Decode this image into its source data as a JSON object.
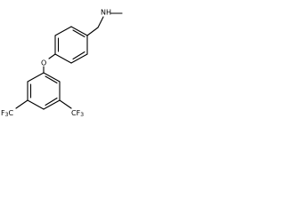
{
  "molecule": {
    "labels": {
      "amine": "NH",
      "ether": "O",
      "cf3_left": "F",
      "cf3_left_sub": "3",
      "cf3_left_prefix": "C",
      "cf3_right": "F",
      "cf3_right_sub": "3",
      "cf3_right_prefix": "C"
    }
  }
}
